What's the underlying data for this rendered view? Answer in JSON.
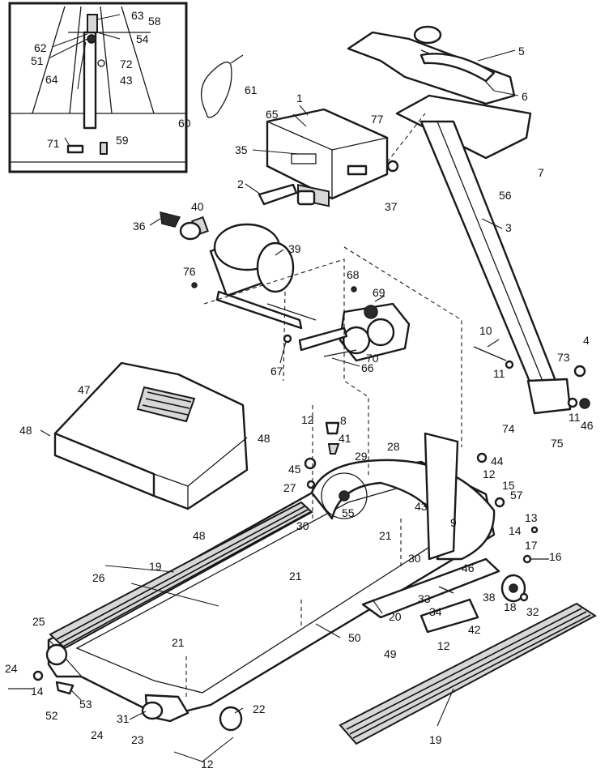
{
  "diagram": {
    "callouts": [
      {
        "id": "c63",
        "text": "63"
      },
      {
        "id": "c58",
        "text": "58"
      },
      {
        "id": "c54",
        "text": "54"
      },
      {
        "id": "c62",
        "text": "62"
      },
      {
        "id": "c51",
        "text": "51"
      },
      {
        "id": "c72",
        "text": "72"
      },
      {
        "id": "c43a",
        "text": "43"
      },
      {
        "id": "c64",
        "text": "64"
      },
      {
        "id": "c71",
        "text": "71"
      },
      {
        "id": "c59",
        "text": "59"
      },
      {
        "id": "c60",
        "text": "60"
      },
      {
        "id": "c61",
        "text": "61"
      },
      {
        "id": "c1",
        "text": "1"
      },
      {
        "id": "c65",
        "text": "65"
      },
      {
        "id": "c77",
        "text": "77"
      },
      {
        "id": "c35",
        "text": "35"
      },
      {
        "id": "c37",
        "text": "37"
      },
      {
        "id": "c2",
        "text": "2"
      },
      {
        "id": "c5",
        "text": "5"
      },
      {
        "id": "c6",
        "text": "6"
      },
      {
        "id": "c7",
        "text": "7"
      },
      {
        "id": "c56",
        "text": "56"
      },
      {
        "id": "c3",
        "text": "3"
      },
      {
        "id": "c36",
        "text": "36"
      },
      {
        "id": "c40",
        "text": "40"
      },
      {
        "id": "c39",
        "text": "39"
      },
      {
        "id": "c76",
        "text": "76"
      },
      {
        "id": "c68",
        "text": "68"
      },
      {
        "id": "c69",
        "text": "69"
      },
      {
        "id": "c70",
        "text": "70"
      },
      {
        "id": "c67",
        "text": "67"
      },
      {
        "id": "c66",
        "text": "66"
      },
      {
        "id": "c10",
        "text": "10"
      },
      {
        "id": "c11a",
        "text": "11"
      },
      {
        "id": "c4",
        "text": "4"
      },
      {
        "id": "c73",
        "text": "73"
      },
      {
        "id": "c11b",
        "text": "11"
      },
      {
        "id": "c46a",
        "text": "46"
      },
      {
        "id": "c74",
        "text": "74"
      },
      {
        "id": "c75",
        "text": "75"
      },
      {
        "id": "c47",
        "text": "47"
      },
      {
        "id": "c48a",
        "text": "48"
      },
      {
        "id": "c48b",
        "text": "48"
      },
      {
        "id": "c48c",
        "text": "48"
      },
      {
        "id": "c12a",
        "text": "12"
      },
      {
        "id": "c8",
        "text": "8"
      },
      {
        "id": "c41",
        "text": "41"
      },
      {
        "id": "c29",
        "text": "29"
      },
      {
        "id": "c28",
        "text": "28"
      },
      {
        "id": "c44",
        "text": "44"
      },
      {
        "id": "c45",
        "text": "45"
      },
      {
        "id": "c27",
        "text": "27"
      },
      {
        "id": "c12b",
        "text": "12"
      },
      {
        "id": "c15",
        "text": "15"
      },
      {
        "id": "c57",
        "text": "57"
      },
      {
        "id": "c30a",
        "text": "30"
      },
      {
        "id": "c55",
        "text": "55"
      },
      {
        "id": "c43b",
        "text": "43"
      },
      {
        "id": "c9",
        "text": "9"
      },
      {
        "id": "c13",
        "text": "13"
      },
      {
        "id": "c14a",
        "text": "14"
      },
      {
        "id": "c17",
        "text": "17"
      },
      {
        "id": "c16",
        "text": "16"
      },
      {
        "id": "c21a",
        "text": "21"
      },
      {
        "id": "c30b",
        "text": "30"
      },
      {
        "id": "c46b",
        "text": "46"
      },
      {
        "id": "c19a",
        "text": "19"
      },
      {
        "id": "c26",
        "text": "26"
      },
      {
        "id": "c21b",
        "text": "21"
      },
      {
        "id": "c33",
        "text": "33"
      },
      {
        "id": "c34",
        "text": "34"
      },
      {
        "id": "c38",
        "text": "38"
      },
      {
        "id": "c18",
        "text": "18"
      },
      {
        "id": "c32",
        "text": "32"
      },
      {
        "id": "c20",
        "text": "20"
      },
      {
        "id": "c42",
        "text": "42"
      },
      {
        "id": "c25",
        "text": "25"
      },
      {
        "id": "c50",
        "text": "50"
      },
      {
        "id": "c49",
        "text": "49"
      },
      {
        "id": "c12c",
        "text": "12"
      },
      {
        "id": "c21c",
        "text": "21"
      },
      {
        "id": "c24a",
        "text": "24"
      },
      {
        "id": "c14b",
        "text": "14"
      },
      {
        "id": "c53",
        "text": "53"
      },
      {
        "id": "c52",
        "text": "52"
      },
      {
        "id": "c22",
        "text": "22"
      },
      {
        "id": "c31",
        "text": "31"
      },
      {
        "id": "c24b",
        "text": "24"
      },
      {
        "id": "c23",
        "text": "23"
      },
      {
        "id": "c12d",
        "text": "12"
      },
      {
        "id": "c19b",
        "text": "19"
      }
    ]
  }
}
